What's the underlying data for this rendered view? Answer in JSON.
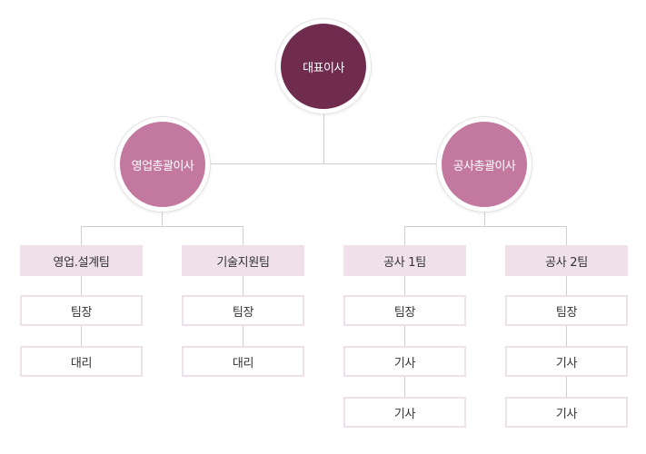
{
  "ceo": "대표이사",
  "directors": [
    {
      "label": "영업총괄이사"
    },
    {
      "label": "공사총괄이사"
    }
  ],
  "teams": [
    {
      "label": "영업.설계팀",
      "members": [
        "팀장",
        "대리"
      ]
    },
    {
      "label": "기술지원팀",
      "members": [
        "팀장",
        "대리"
      ]
    },
    {
      "label": "공사 1팀",
      "members": [
        "팀장",
        "기사",
        "기사"
      ]
    },
    {
      "label": "공사 2팀",
      "members": [
        "팀장",
        "기사",
        "기사"
      ]
    }
  ],
  "colors": {
    "ceo": "#6f2c4f",
    "director": "#c2789f",
    "team_bg": "#efe0ea",
    "connector": "#cfcfcf"
  }
}
